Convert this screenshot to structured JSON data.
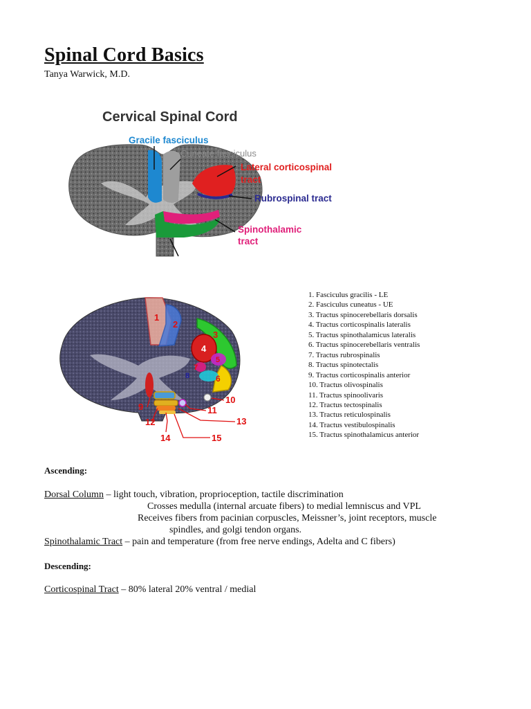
{
  "title": "Spinal Cord Basics",
  "author": "Tanya Warwick, M.D.",
  "figure1": {
    "title": "Cervical Spinal Cord",
    "labels": {
      "gracile": "Gracile fasciculus",
      "cuneate": "Cuneate fasciculus",
      "lateral_line1": "Lateral corticospinal",
      "lateral_line2": "tract",
      "rubrospinal": "Rubrospinal tract",
      "spinothalamic_line1": "Spinothalamic",
      "spinothalamic_line2": "tract"
    },
    "colors": {
      "gracile": "#1e88d0",
      "cuneate": "#9e9e9e",
      "lateral": "#e02020",
      "rubrospinal": "#2a2a90",
      "spinothalamic": "#e0207a",
      "ventral": "#1a9a3a"
    }
  },
  "figure2": {
    "numbers": [
      "1",
      "2",
      "3",
      "4",
      "5",
      "6",
      "7",
      "8",
      "9",
      "10",
      "11",
      "12",
      "13",
      "14",
      "15"
    ]
  },
  "tracts": [
    "1. Fasciculus gracilis - LE",
    "2. Fasciculus cuneatus - UE",
    "3. Tractus spinocerebellaris dorsalis",
    "4. Tractus corticospinalis lateralis",
    "5. Tractus spinothalamicus lateralis",
    "6. Tractus spinocerebellaris ventralis",
    "7. Tractus rubrospinalis",
    "8. Tractus spinotectalis",
    "9. Tractus corticospinalis anterior",
    "10. Tractus olivospinalis",
    "11. Tractus spinoolivaris",
    "12. Tractus tectospinalis",
    "13. Tractus reticulospinalis",
    "14. Tractus vestibulospinalis",
    "15. Tractus spinothalamicus anterior"
  ],
  "sections": {
    "ascending_heading": "Ascending:",
    "dorsal_column_label": "Dorsal Column",
    "dorsal_column_text": " – light touch, vibration, proprioception, tactile discrimination",
    "dorsal_line2": "Crosses medulla (internal arcuate fibers) to medial lemniscus and VPL",
    "dorsal_line3": "Receives fibers from pacinian corpuscles, Meissner’s, joint receptors, muscle",
    "dorsal_line4": "spindles, and golgi tendon organs.",
    "spinothalamic_label": "Spinothalamic Tract",
    "spinothalamic_text": " – pain and temperature (from free nerve endings, Adelta and C fibers)",
    "descending_heading": "Descending:",
    "corticospinal_label": "Corticospinal Tract",
    "corticospinal_text": " – 80% lateral  20% ventral / medial"
  }
}
